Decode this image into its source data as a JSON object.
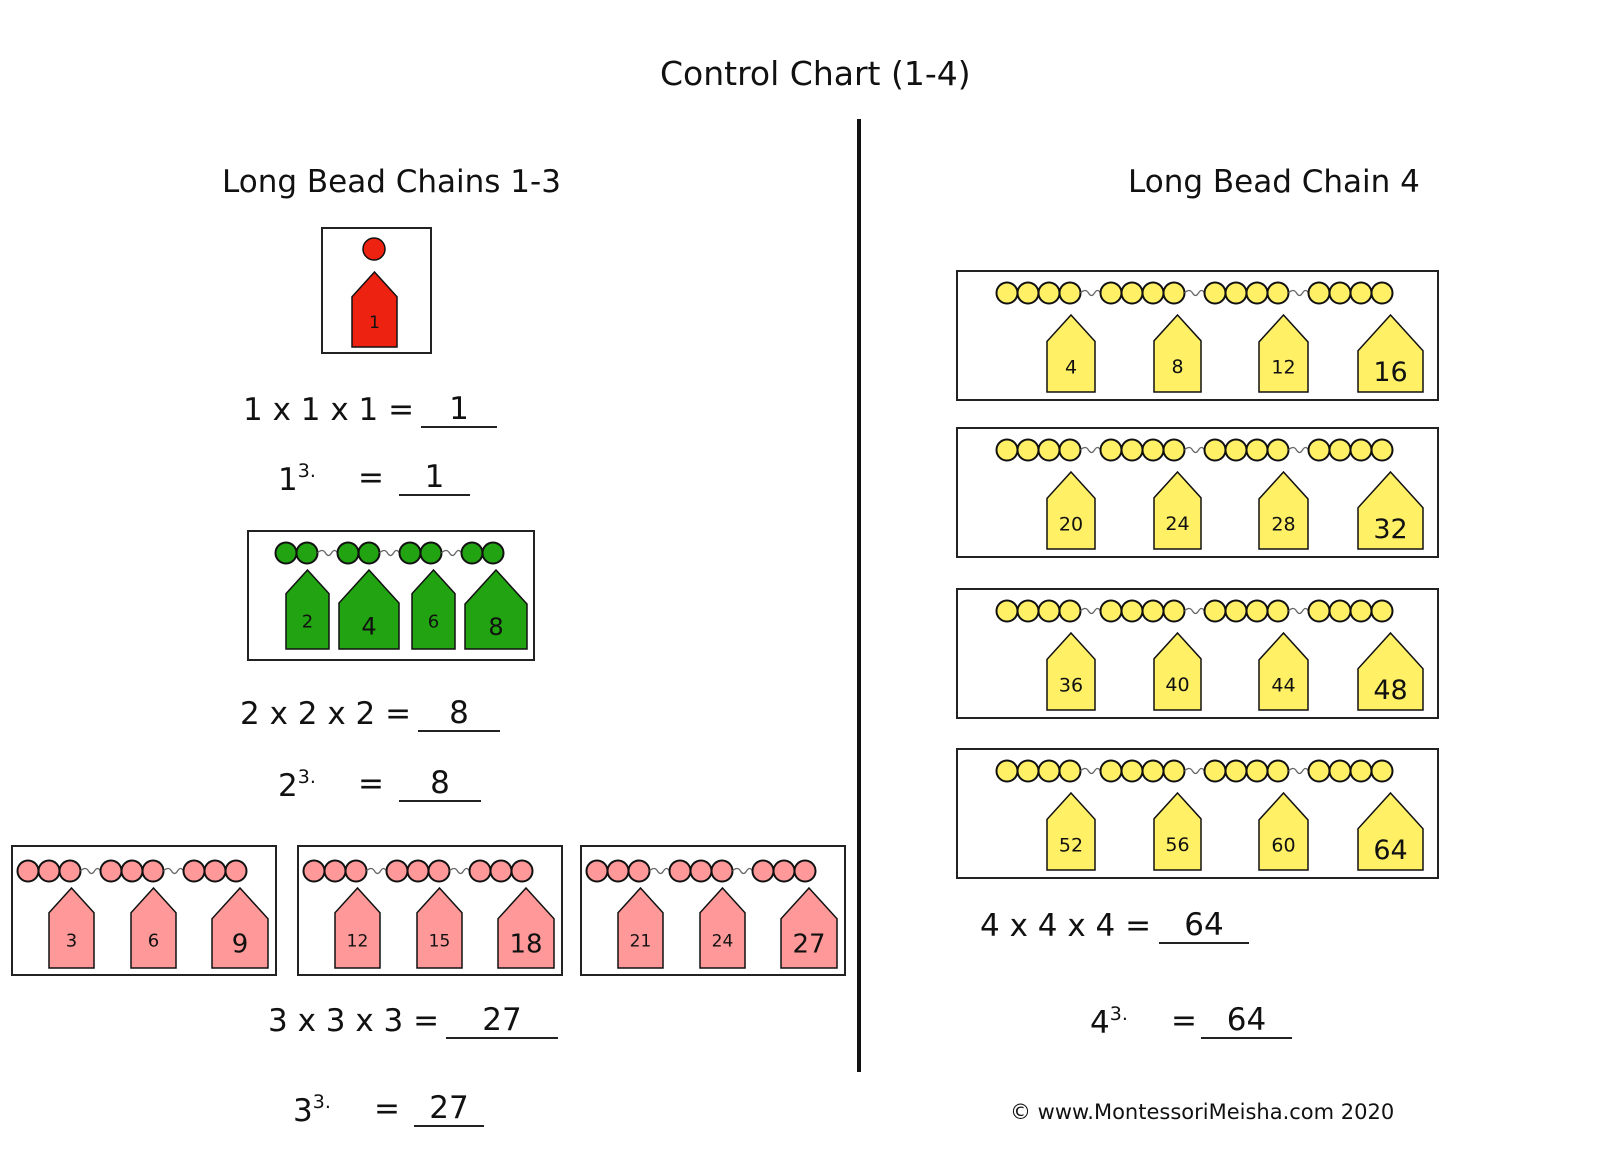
{
  "title": "Control Chart (1-4)",
  "left": {
    "heading": "Long Bead Chains 1-3",
    "chain1": {
      "color": "#ee2211",
      "tags": [
        "1"
      ]
    },
    "eq1": {
      "expr": "1 x 1 x 1 =",
      "answer": "1"
    },
    "pow1": {
      "base": "1",
      "exp": "3.",
      "eq": "=",
      "answer": "1"
    },
    "chain2": {
      "color": "#22a311",
      "tags": [
        "2",
        "4",
        "6",
        "8"
      ]
    },
    "eq2": {
      "expr": "2 x 2 x 2 =",
      "answer": "8"
    },
    "pow2": {
      "base": "2",
      "exp": "3.",
      "eq": "=",
      "answer": "8"
    },
    "chain3": {
      "color": "#ff9999",
      "tags": [
        [
          "3",
          "6",
          "9"
        ],
        [
          "12",
          "15",
          "18"
        ],
        [
          "21",
          "24",
          "27"
        ]
      ]
    },
    "eq3": {
      "expr": "3 x 3 x 3 =",
      "answer": "27"
    },
    "pow3": {
      "base": "3",
      "exp": "3.",
      "eq": "=",
      "answer": "27"
    }
  },
  "right": {
    "heading": "Long Bead Chain 4",
    "chain4": {
      "color": "#fff066",
      "tags": [
        [
          "4",
          "8",
          "12",
          "16"
        ],
        [
          "20",
          "24",
          "28",
          "32"
        ],
        [
          "36",
          "40",
          "44",
          "48"
        ],
        [
          "52",
          "56",
          "60",
          "64"
        ]
      ]
    },
    "eq4": {
      "expr": "4 x 4 x 4 =",
      "answer": "64"
    },
    "pow4": {
      "base": "4",
      "exp": "3.",
      "eq": "=",
      "answer": "64"
    }
  },
  "footer": "©  www.MontessoriMeisha.com  2020"
}
